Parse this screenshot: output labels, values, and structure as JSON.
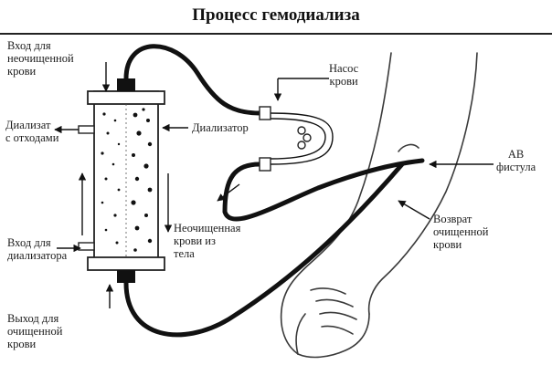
{
  "title": "Процесс гемодиализа",
  "labels": {
    "inlet_unpurified": [
      "Вход для",
      "неочищенной",
      "крови"
    ],
    "dialysate_waste": [
      "Диализат",
      "с отходами"
    ],
    "dialysate_inlet": [
      "Вход для",
      "диализатора"
    ],
    "outlet_purified": [
      "Выход для",
      "очищенной",
      "крови"
    ],
    "dialyzer": "Диализатор",
    "unpurified_from_body": [
      "Неочищенная",
      "крови из",
      "тела"
    ],
    "pump": [
      "Насос",
      "крови"
    ],
    "av_fistula": [
      "АВ",
      "фистула"
    ],
    "return_purified": [
      "Возврат",
      "очищенной",
      "крови"
    ]
  }
}
